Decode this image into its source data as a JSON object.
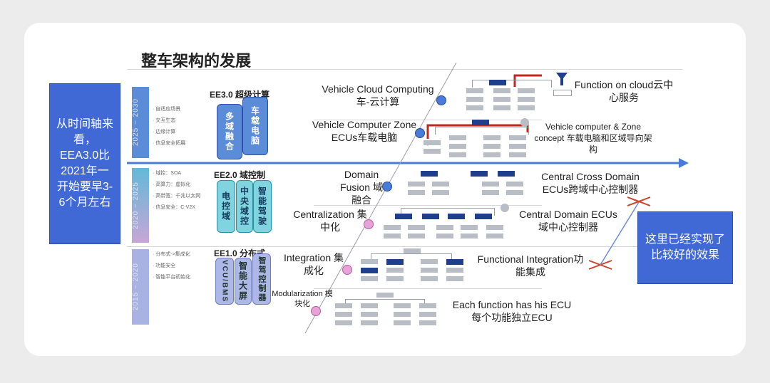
{
  "title": "整车架构的发展",
  "left_callout": "从时间轴来看，EEA3.0比2021年一开始要早3-6个月左右",
  "right_callout": "这里已经实现了比较好的效果",
  "eras": [
    {
      "years": "2025 ~ 2030",
      "stage": "EE3.0 超级计算",
      "bullets": [
        "自适应场景",
        "交互生态",
        "边缘计算",
        "信息安全拓展"
      ],
      "boxes": [
        "多域融合",
        "车载电脑"
      ]
    },
    {
      "years": "2020 ~ 2025",
      "stage": "EE2.0 域控制",
      "bullets": [
        "域控：SOA",
        "高算力：虚拟化",
        "高带宽：千兆以太网",
        "信息安全：C-V2X"
      ],
      "boxes": [
        "电控域",
        "中央域控",
        "智能驾驶"
      ]
    },
    {
      "years": "2015 ~ 2020",
      "stage": "EE1.0 分布式",
      "bullets": [
        "分布式->集成化",
        "功能安全",
        "智能平台初始化"
      ],
      "boxes": [
        "VCU/BMS",
        "智能大屏",
        "智驾控制器"
      ]
    }
  ],
  "left_labels": [
    {
      "text": "Vehicle Cloud Computing车-云计算"
    },
    {
      "text": "Vehicle Computer Zone ECUs车载电脑"
    },
    {
      "text": "Domain Fusion 域融合"
    },
    {
      "text": "Centralization 集中化"
    },
    {
      "text": "Integration 集成化"
    },
    {
      "text": "Modularization 模块化"
    }
  ],
  "right_labels": [
    {
      "text": "Function on cloud云中心服务"
    },
    {
      "text": "Vehicle computer & Zone concept 车载电脑和区域导向架构"
    },
    {
      "text": "Central Cross Domain ECUs跨域中心控制器"
    },
    {
      "text": "Central Domain ECUs域中心控制器"
    },
    {
      "text": "Functional Integration功能集成"
    },
    {
      "text": "Each function has his ECU每个功能独立ECU"
    }
  ],
  "colors": {
    "accent": "#4169d6",
    "era": "#5b8cd8",
    "teal": "#7fd4e0",
    "lavender": "#aeb8e6",
    "ecu_dark": "#1f3e8c",
    "arrow_red": "#c0281f"
  }
}
